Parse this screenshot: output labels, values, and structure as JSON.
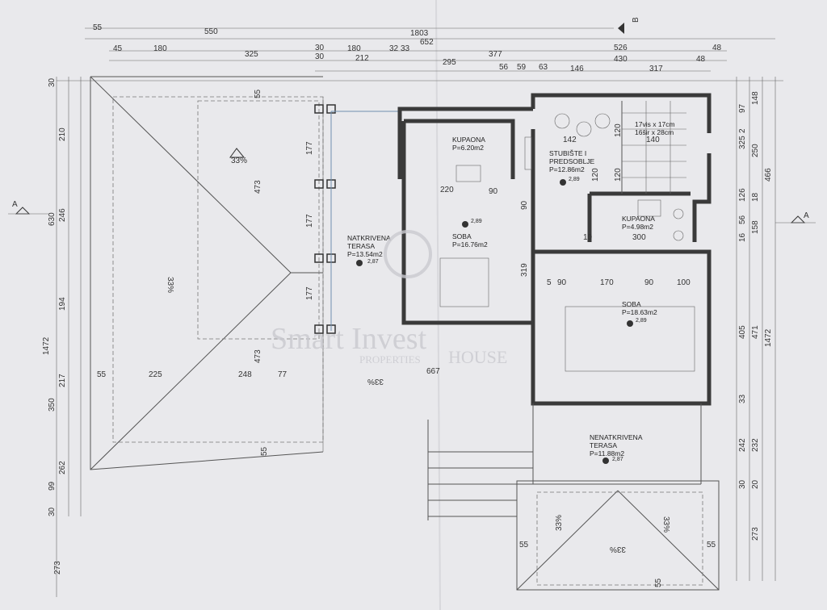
{
  "dims_top": [
    "55",
    "550",
    "1803",
    "652",
    "45",
    "180",
    "325",
    "30",
    "180",
    "32",
    "33",
    "377",
    "526",
    "48",
    "30",
    "212",
    "295",
    "430",
    "48",
    "56",
    "59",
    "63",
    "146",
    "317"
  ],
  "dims_left": [
    "30",
    "210",
    "246",
    "630",
    "194",
    "1472",
    "217",
    "350",
    "262",
    "99",
    "30",
    "273"
  ],
  "dims_right": [
    "97",
    "148",
    "2",
    "325",
    "250",
    "466",
    "126",
    "18",
    "56",
    "16",
    "158",
    "405",
    "471",
    "1472",
    "33",
    "242",
    "232",
    "30",
    "20",
    "273"
  ],
  "dims_inner": [
    "55",
    "177",
    "177",
    "177",
    "473",
    "473",
    "55",
    "225",
    "248",
    "77",
    "667",
    "55",
    "220",
    "90",
    "90",
    "319",
    "142",
    "120",
    "140",
    "120",
    "120",
    "10",
    "300",
    "5",
    "90",
    "170",
    "90",
    "100",
    "55",
    "55",
    "55"
  ],
  "slopes": [
    "33%",
    "33%",
    "33%",
    "33%",
    "33%",
    "33%"
  ],
  "sections": [
    "A",
    "A",
    "B"
  ],
  "rooms": [
    {
      "name": "KUPAONA",
      "area": "P=6.20m2",
      "level": ""
    },
    {
      "name": "STUBIŠTE I",
      "name2": "PREDSOBLJE",
      "area": "P=12.86m2",
      "level": "2,89"
    },
    {
      "name": "SOBA",
      "area": "P=16.76m2",
      "level": "2,89"
    },
    {
      "name": "NATKRIVENA",
      "name2": "TERASA",
      "area": "P=13.54m2",
      "level": "2,87"
    },
    {
      "name": "KUPAONA",
      "area": "P=4.98m2",
      "level": ""
    },
    {
      "name": "SOBA",
      "area": "P=18.63m2",
      "level": "2,89"
    },
    {
      "name": "NENATKRIVENA",
      "name2": "TERASA",
      "area": "P=11.88m2",
      "level": "2,87"
    }
  ],
  "stair_note": [
    "17vis x 17cm",
    "16šir x 28cm"
  ],
  "watermark": {
    "brand": "Smart Invest",
    "sub": "PROPERTIES",
    "house": "HOUSE"
  },
  "colors": {
    "paper": "#e9e9ec",
    "ink": "#333333",
    "watermark": "#c9c9cf"
  }
}
